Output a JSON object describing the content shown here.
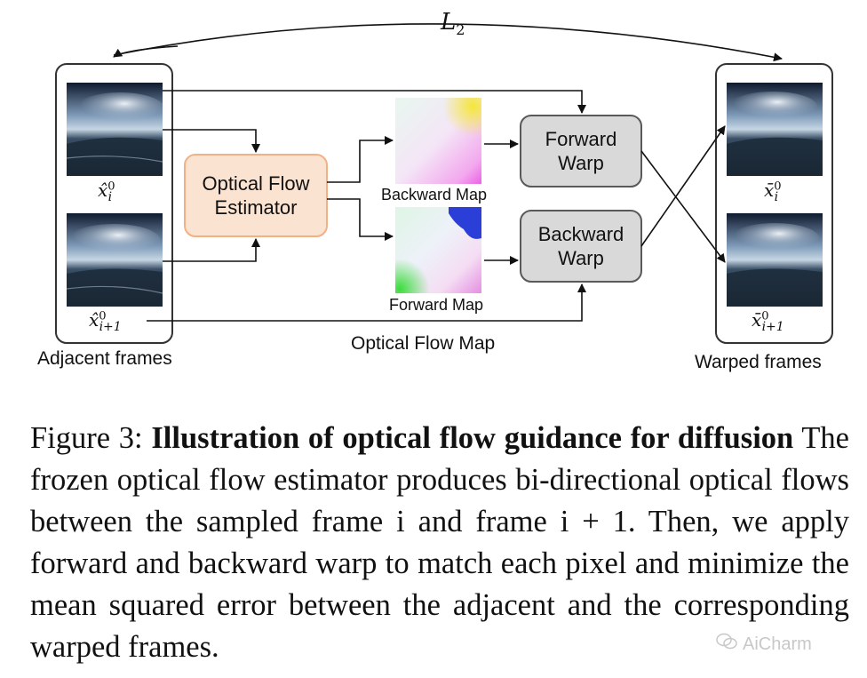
{
  "loss": {
    "label": "L",
    "subscript": "2"
  },
  "left_panel": {
    "caption": "Adjacent frames",
    "frame_top": {
      "base": "x̂",
      "sup": "0",
      "sub": "i"
    },
    "frame_bottom": {
      "base": "x̂",
      "sup": "0",
      "sub": "i+1"
    }
  },
  "estimator": {
    "label_line1": "Optical Flow",
    "label_line2": "Estimator",
    "fill": "#fbe3d2",
    "stroke": "#f2b185"
  },
  "maps": {
    "backward_label": "Backward Map",
    "forward_label": "Forward Map"
  },
  "warp": {
    "forward": {
      "line1": "Forward",
      "line2": "Warp"
    },
    "backward": {
      "line1": "Backward",
      "line2": "Warp"
    },
    "fill": "#d9d9d9",
    "stroke": "#595959"
  },
  "optical_flow_label": "Optical Flow Map",
  "right_panel": {
    "caption": "Warped frames",
    "frame_top": {
      "base": "x̄",
      "sup": "0",
      "sub": "i"
    },
    "frame_bottom": {
      "base": "x̄",
      "sup": "0",
      "sub": "i+1"
    }
  },
  "figure_caption": {
    "label": "Figure 3:",
    "bold": "Illustration of optical flow guidance for diffusion",
    "body": "The frozen optical flow estimator produces bi-directional optical flows between the sampled frame i and frame i + 1. Then, we apply forward and backward warp to match each pixel and minimize the mean squared error between the adjacent and the corresponding warped frames."
  },
  "watermark": "AiCharm"
}
